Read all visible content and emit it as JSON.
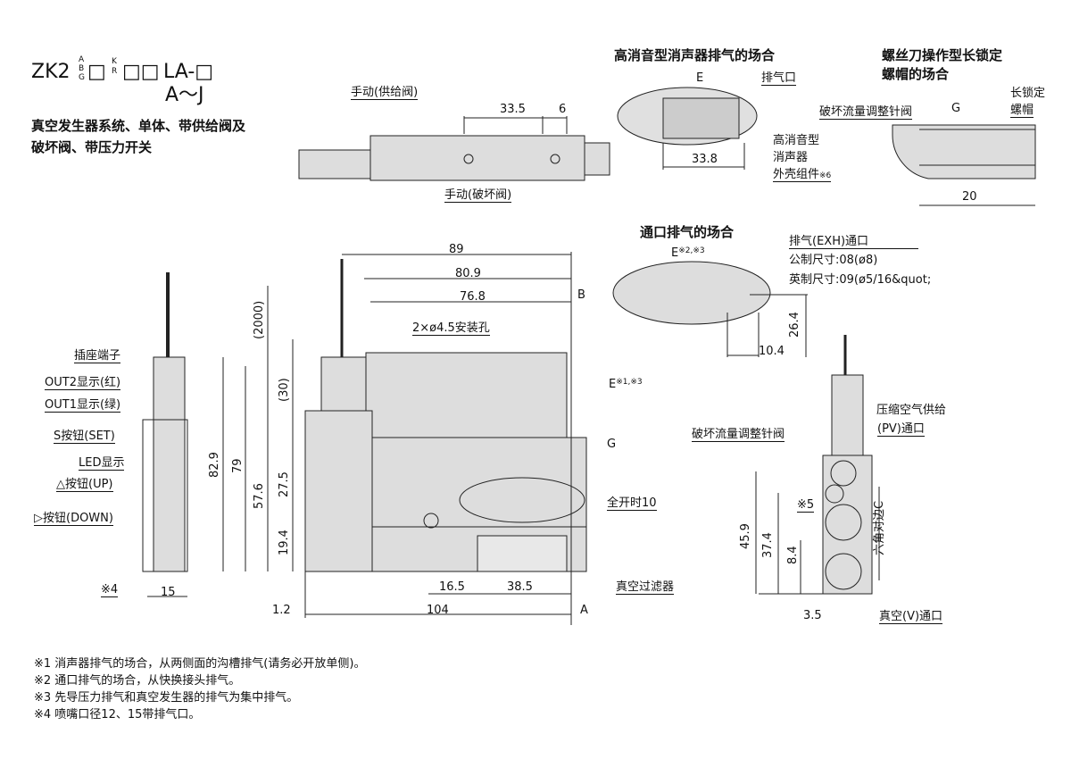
{
  "title": {
    "model_prefix": "ZK2",
    "opt1": [
      "A",
      "B",
      "G"
    ],
    "box": "□",
    "opt2": [
      "K",
      "R"
    ],
    "boxes": "□□",
    "suffix": "LA-□",
    "sub": "A～J",
    "desc_line1": "真空发生器系统、单体、带供给阀及",
    "desc_line2": "破坏阀、带压力开关"
  },
  "top_view": {
    "manual_supply": "手动(供给阀)",
    "manual_break": "手动(破坏阀)",
    "dim_33_5": "33.5",
    "dim_6": "6"
  },
  "silencer_detail": {
    "heading": "高消音型消声器排气的场合",
    "mark": "E",
    "exhaust_port": "排气口",
    "dim": "33.8",
    "part_l1": "高消音型",
    "part_l2": "消声器",
    "part_l3": "外壳组件",
    "part_note": "※6"
  },
  "lock_detail": {
    "heading_l1": "螺丝刀操作型长锁定",
    "heading_l2": "螺帽的场合",
    "lock_l1": "长锁定",
    "lock_l2": "螺帽",
    "needle": "破坏流量调整针阀",
    "mark": "G",
    "dim": "20"
  },
  "port_detail": {
    "heading": "通口排气的场合",
    "mark": "E",
    "mark_note": "※2,※3",
    "exh": "排气(EXH)通口",
    "metric": "公制尺寸:08(ø8)",
    "inch": "英制尺寸:09(ø5/16&quot;",
    "dim_h": "26.4",
    "dim_w": "10.4"
  },
  "main_view": {
    "d89": "89",
    "d80_9": "80.9",
    "d76_8": "76.8",
    "B": "B",
    "holes": "2×ø4.5安装孔",
    "d2000": "(2000)",
    "d30": "(30)",
    "d82_9": "82.9",
    "d79": "79",
    "d57_6": "57.6",
    "d27_5": "27.5",
    "d19_4": "19.4",
    "E": "E",
    "E_note": "※1,※3",
    "G": "G",
    "full_open": "全开时10",
    "d16_5": "16.5",
    "d38_5": "38.5",
    "filter": "真空过滤器",
    "d1_2": "1.2",
    "d104": "104",
    "A": "A"
  },
  "side_view": {
    "connector": "插座端子",
    "out2": "OUT2显示(红)",
    "out1": "OUT1显示(绿)",
    "set": "S按钮(SET)",
    "led": "LED显示",
    "up": "△按钮(UP)",
    "down": "▷按钮(DOWN)",
    "note4": "※4",
    "d15": "15"
  },
  "right_view": {
    "needle": "破坏流量调整针阀",
    "pv_l1": "压缩空气供给",
    "pv_l2": "(PV)通口",
    "note5": "※5",
    "d45_9": "45.9",
    "d37_4": "37.4",
    "d8_4": "8.4",
    "hex": "六角对边C",
    "d3_5": "3.5",
    "vport": "真空(V)通口"
  },
  "notes": [
    "※1  消声器排气的场合，从两侧面的沟槽排气(请务必开放单侧)。",
    "※2  通口排气的场合，从快换接头排气。",
    "※3  先导压力排气和真空发生器的排气为集中排气。",
    "※4  喷嘴口径12、15带排气口。"
  ]
}
